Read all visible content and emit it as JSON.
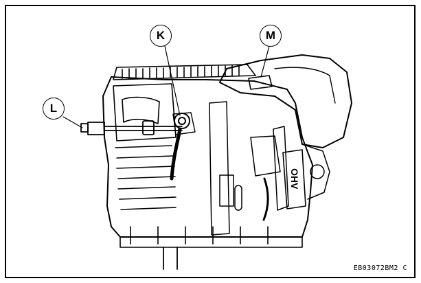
{
  "callouts": {
    "k": "K",
    "m": "M",
    "l": "L"
  },
  "valve_label": "OHV",
  "figure_code": "EB03072BM2  C"
}
